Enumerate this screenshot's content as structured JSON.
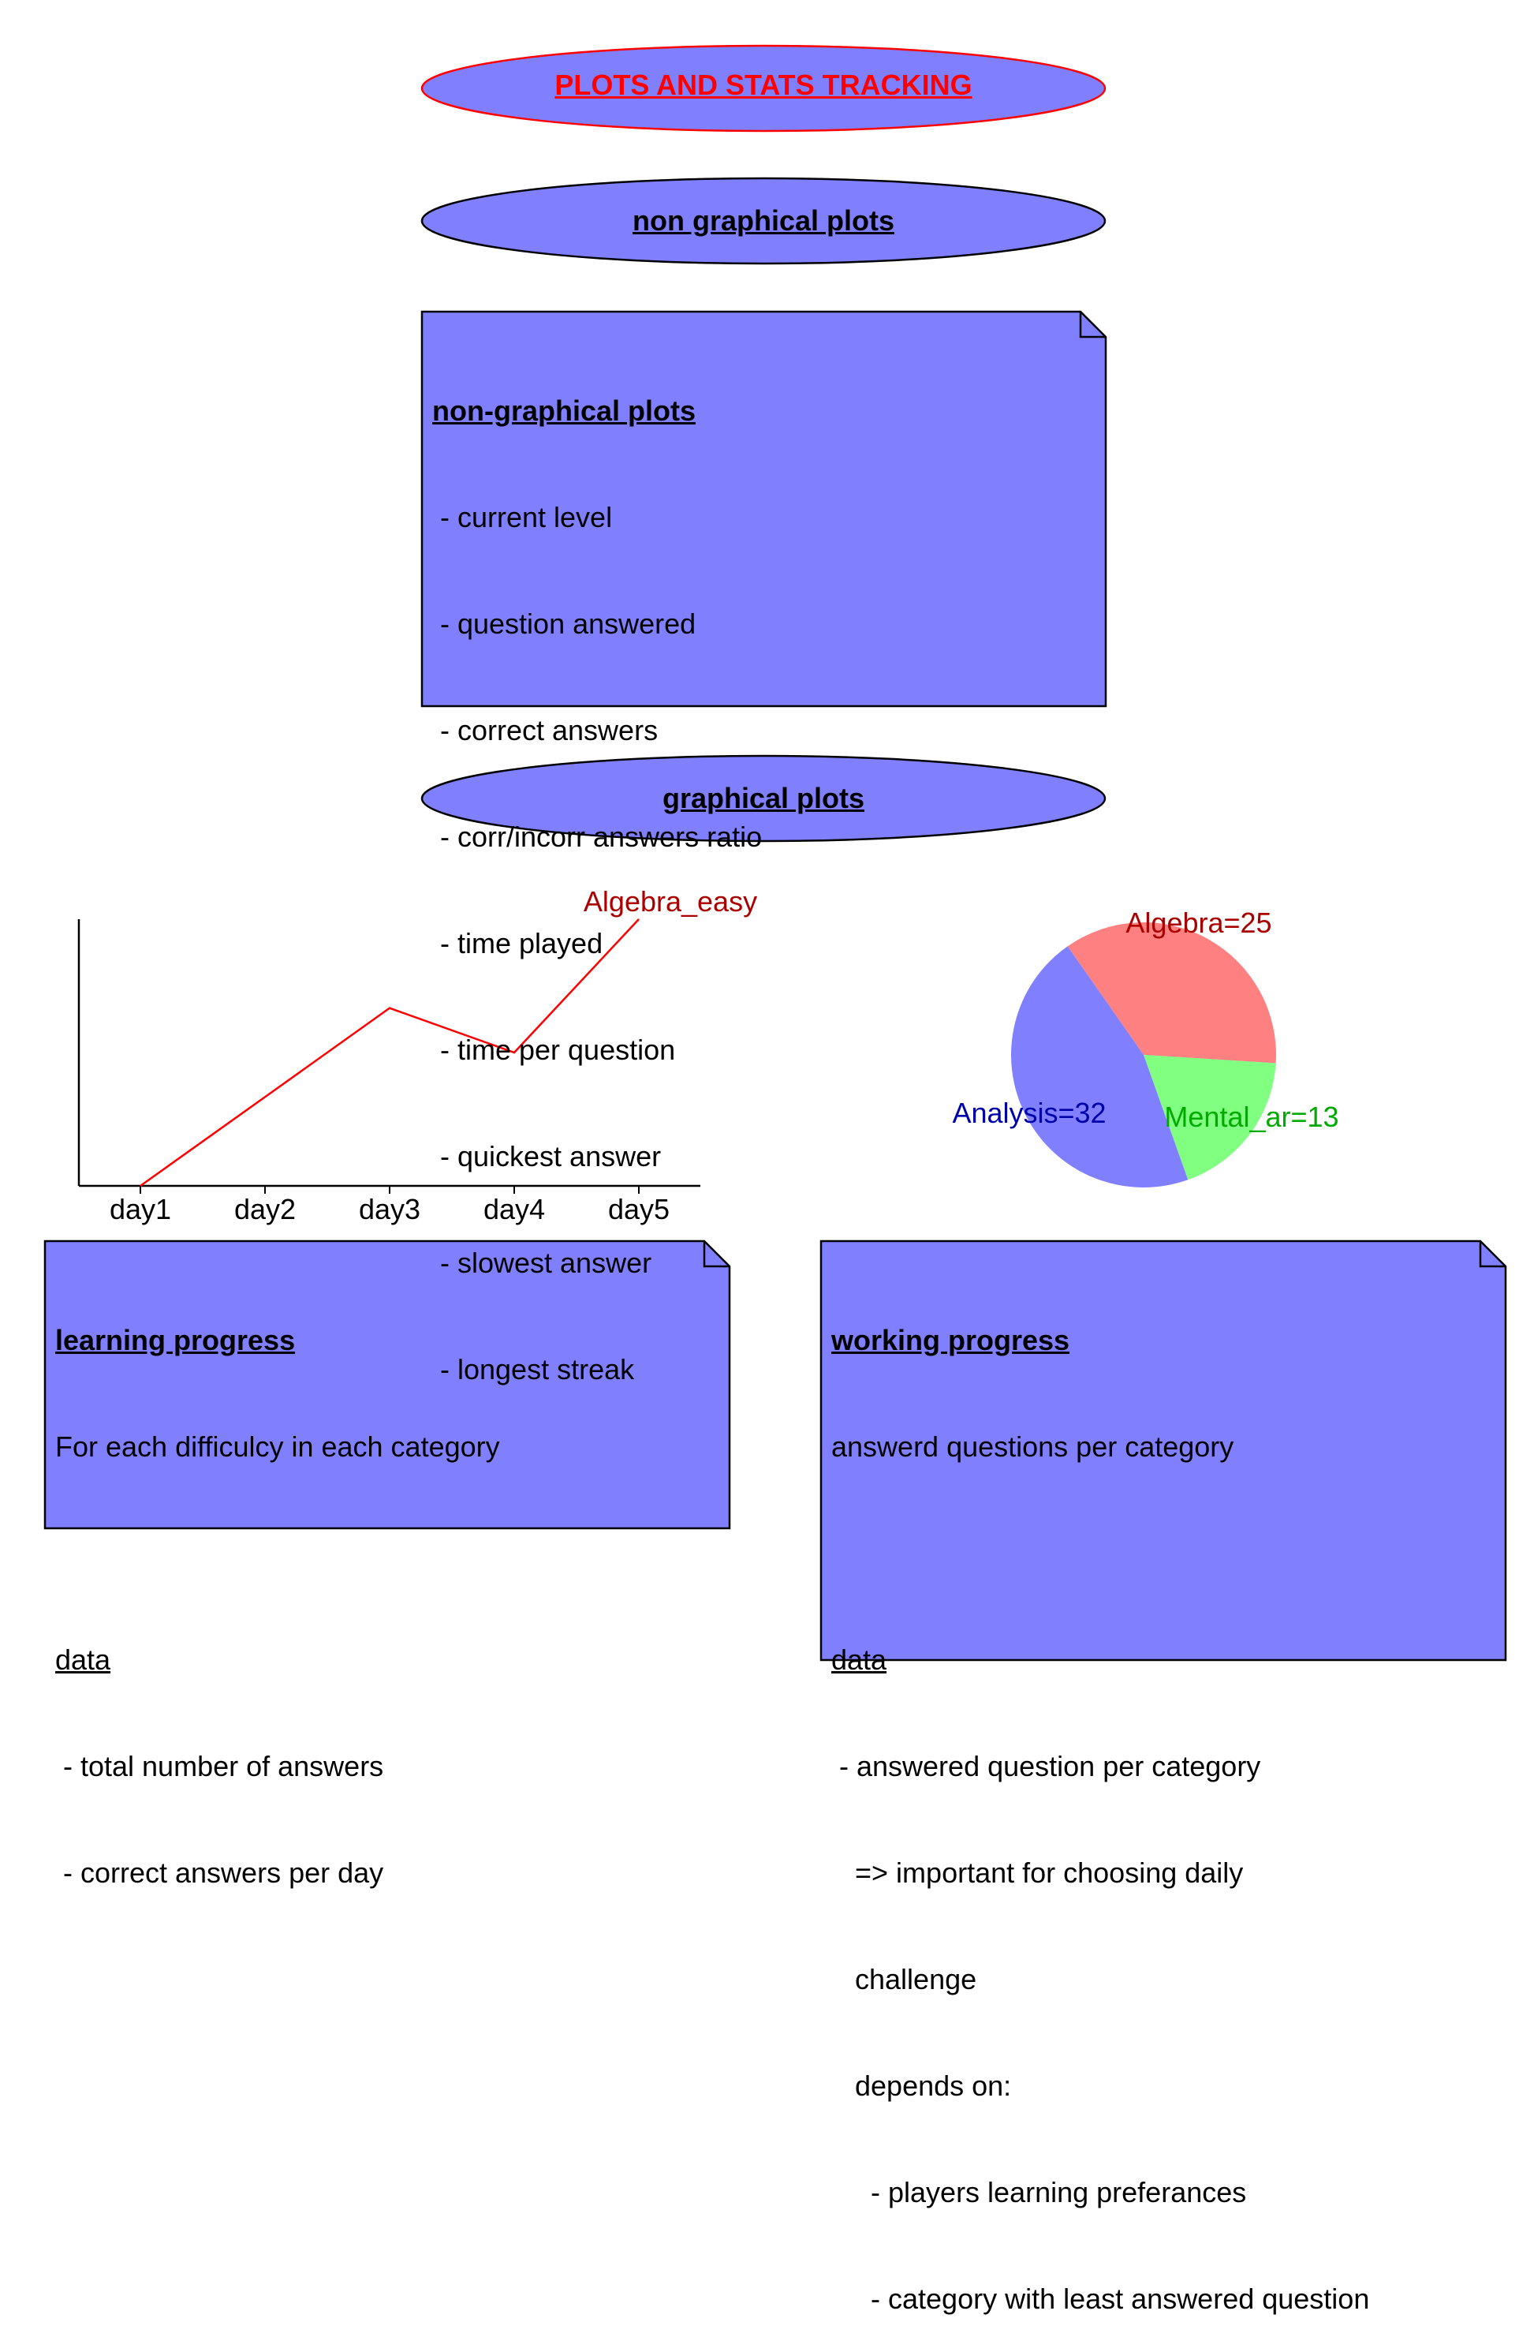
{
  "title": {
    "text": "PLOTS AND STATS TRACKING",
    "color": "#ff0000"
  },
  "section_non_graphical": {
    "label": "non graphical plots"
  },
  "note_non_graphical": {
    "title": "non-graphical plots",
    "items": [
      " - current level",
      " - question answered",
      " - correct answers",
      " - corr/incorr answers ratio",
      " - time played",
      " - time per question",
      " - quickest answer",
      " - slowest answer",
      " - longest streak"
    ]
  },
  "section_graphical": {
    "label": "graphical plots"
  },
  "colors": {
    "node_fill": "#8080ff",
    "line": "#ff0000",
    "pie_algebra": "#ff8080",
    "pie_analysis": "#8080ff",
    "pie_mental": "#80ff80"
  },
  "chart_data": [
    {
      "type": "line",
      "categories": [
        "day1",
        "day2",
        "day3",
        "day4",
        "day5"
      ],
      "series": [
        {
          "name": "Algebra_easy",
          "values": [
            0,
            2,
            4,
            3,
            6
          ],
          "color": "#ff0000",
          "label_color": "#aa0000"
        }
      ],
      "ylim": [
        0,
        6
      ],
      "title": "",
      "xlabel": "",
      "ylabel": ""
    },
    {
      "type": "pie",
      "slices": [
        {
          "label": "Algebra=25",
          "value": 25,
          "color": "#ff8080",
          "label_color": "#aa0000"
        },
        {
          "label": "Mental_ar=13",
          "value": 13,
          "color": "#80ff80",
          "label_color": "#00aa00"
        },
        {
          "label": "Analysis=32",
          "value": 32,
          "color": "#8080ff",
          "label_color": "#0000aa"
        }
      ]
    }
  ],
  "note_learning": {
    "title": "learning progress",
    "subtitle": "For each difficulcy in each category",
    "data_heading": "data",
    "items": [
      " - total number of answers",
      " - correct answers per day"
    ]
  },
  "note_working": {
    "title": "working progress",
    "subtitle": "answerd questions per category",
    "data_heading": "data",
    "items": [
      " - answered question per category",
      "   => important for choosing daily",
      "   challenge",
      "   depends on:",
      "     - players learning preferances",
      "     - category with least answered question"
    ]
  }
}
